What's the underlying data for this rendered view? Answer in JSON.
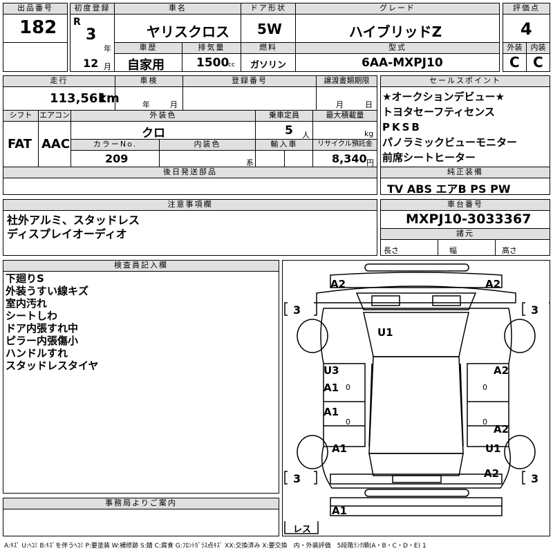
{
  "header": {
    "lot_label": "出品番号",
    "lot": "182",
    "first_reg_label": "初度登録",
    "era": "R",
    "year": "3",
    "year_unit": "年",
    "month": "12",
    "month_unit": "月",
    "car_name_label": "車名",
    "car_name": "ヤリスクロス",
    "door_label": "ドア形状",
    "door": "5W",
    "grade_label": "グレード",
    "grade": "ハイブリッドZ",
    "score_label": "評価点",
    "score": "4",
    "history_label": "車歴",
    "history": "自家用",
    "displacement_label": "排気量",
    "displacement": "1500",
    "displacement_unit": "cc",
    "fuel_label": "燃料",
    "fuel": "ガソリン",
    "model_label": "型式",
    "model": "6AA-MXPJ10",
    "ext_label": "外装",
    "ext": "C",
    "int_label": "内装",
    "int": "C"
  },
  "row2": {
    "mileage_label": "走行",
    "mileage": "113,561",
    "mileage_unit": "km",
    "inspection_label": "車検",
    "inspection_year": "年",
    "inspection_month": "月",
    "reg_no_label": "登録番号",
    "transfer_label": "譲渡書類期限",
    "transfer_month": "月",
    "transfer_day": "日",
    "shift_label": "シフト",
    "shift": "FAT",
    "ac_label": "エアコン",
    "ac": "AAC",
    "color_label": "外装色",
    "color": "クロ",
    "seats_label": "乗車定員",
    "seats": "5",
    "seats_unit": "人",
    "load_label": "最大積載量",
    "load_unit": "kg",
    "color_no_label": "カラーNo.",
    "color_no": "209",
    "interior_color_label": "内装色",
    "interior_unit": "系",
    "import_label": "輸入車",
    "recycle_label": "リサイクル預託金",
    "recycle": "8,340",
    "recycle_unit": "円",
    "later_parts_label": "後日発送部品"
  },
  "sales_points": {
    "label": "セールスポイント",
    "items": [
      "★オークションデビュー★",
      "トヨタセーフティセンス",
      "PKSB",
      "パノラミックビューモニター",
      "前席シートヒーター"
    ]
  },
  "equipment": {
    "label": "純正装備",
    "value": "TV ABS エアB PS PW"
  },
  "notes": {
    "label": "注意事項欄",
    "lines": [
      "社外アルミ、スタッドレス",
      "ディスプレイオーディオ"
    ]
  },
  "chassis": {
    "label": "車台番号",
    "value": "MXPJ10-3033367",
    "spec_label": "諸元",
    "length_label": "長さ",
    "width_label": "幅",
    "height_label": "高さ"
  },
  "inspector": {
    "label": "検査員記入欄",
    "lines": [
      "下廻りS",
      "外装うすい線キズ",
      "室内汚れ",
      "シートしわ",
      "ドア内張すれ中",
      "ピラー内張傷小",
      "ハンドルすれ",
      "スタッドレスタイヤ"
    ]
  },
  "office": {
    "label": "事務局よりご案内"
  },
  "diagram": {
    "marks": {
      "fl_front": "A2",
      "fr_front": "A2",
      "roof": "U1",
      "lf_door_u": "U3",
      "lf_door_a": "A1",
      "lr_door": "A1",
      "l_rear": "A1",
      "rf_door": "A2",
      "rr_door": "A2",
      "r_rear_u": "U1",
      "r_rear_a": "A2",
      "rear_bumper": "A1"
    },
    "tire_fl": "3",
    "tire_fr": "3",
    "tire_rl": "3",
    "tire_rr": "3",
    "tire_label": "レス",
    "zero": "0"
  },
  "legend": "A:ｷｽﾞ U:ﾍｺﾐ B:ｷｽﾞを伴うﾍｺﾐ P:要塗装 W:補修跡 S:錆 C:腐食 G:ﾌﾛﾝﾄｶﾞﾗｽ点ｷｽﾞ XX:交換済み X:要交換　内・外装評価　5段階ﾗﾝｸ順(A・B・C・D・E) 1"
}
